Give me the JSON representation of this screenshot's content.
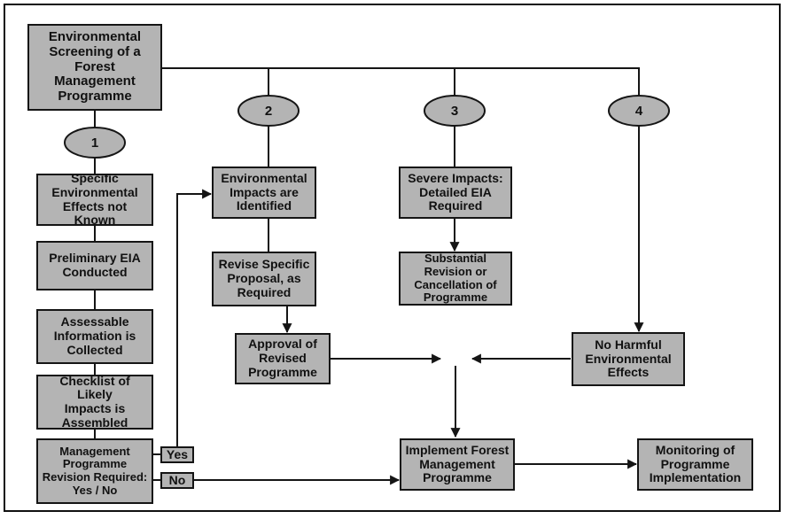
{
  "diagram": {
    "colors": {
      "box_fill": "#b4b4b4",
      "line": "#151515",
      "background": "#ffffff"
    },
    "title_box": "Environmental\nScreening of a\nForest\nManagement\nProgramme",
    "branch_numbers": [
      "1",
      "2",
      "3",
      "4"
    ],
    "branch1": {
      "steps": [
        "Specific\nEnvironmental\nEffects not Known",
        "Preliminary EIA\nConducted",
        "Assessable\nInformation is\nCollected",
        "Checklist of Likely\nImpacts is\nAssembled",
        "Management\nProgramme\nRevision Required:\nYes / No"
      ],
      "yes_label": "Yes",
      "no_label": "No"
    },
    "branch2": {
      "identified": "Environmental\nImpacts are\nIdentified",
      "revise": "Revise Specific\nProposal, as\nRequired",
      "approval": "Approval of\nRevised\nProgramme"
    },
    "branch3": {
      "severe": "Severe Impacts:\nDetailed EIA\nRequired",
      "substantial": "Substantial\nRevision or\nCancellation of\nProgramme"
    },
    "branch4": {
      "no_harm": "No Harmful\nEnvironmental\nEffects"
    },
    "implement": "Implement Forest\nManagement\nProgramme",
    "monitoring": "Monitoring of\nProgramme\nImplementation"
  }
}
